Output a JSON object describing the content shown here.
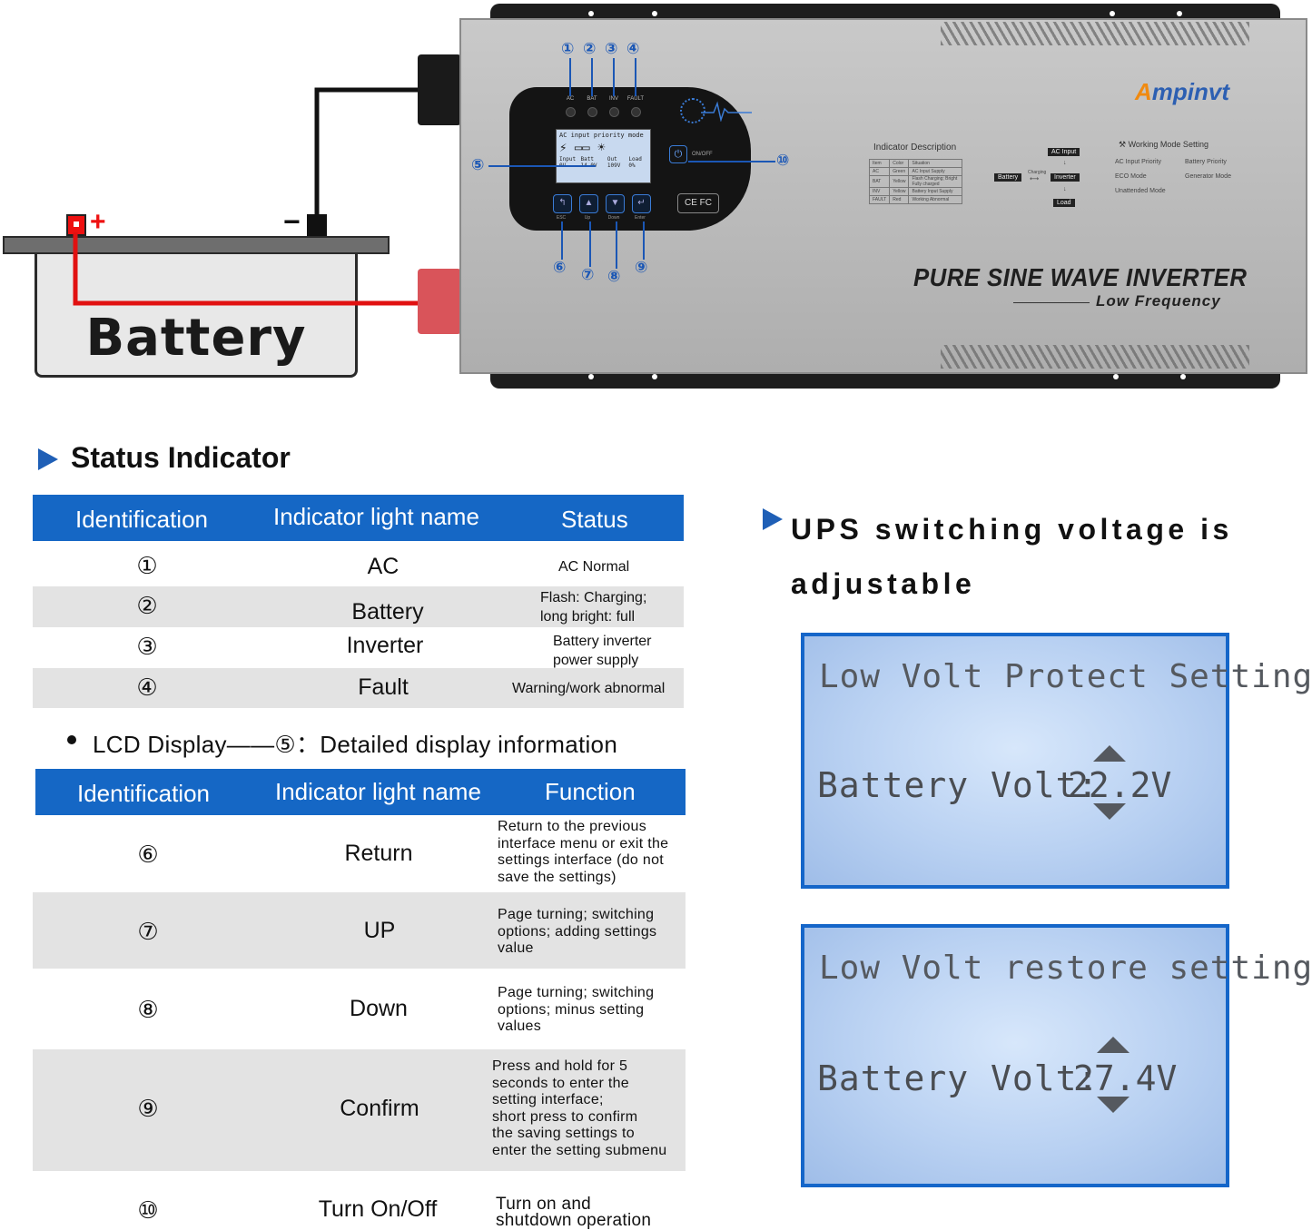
{
  "battery": {
    "label": "Battery",
    "plus": "+",
    "minus": "−"
  },
  "inverter": {
    "brand": "mpinvt",
    "brand_initial": "A",
    "title": "PURE SINE WAVE INVERTER",
    "subtitle": "Low Frequency",
    "indicator_description_title": "Indicator Description",
    "working_mode_title": "Working Mode Setting",
    "led_labels": [
      "AC",
      "BAT",
      "INV",
      "FAULT"
    ],
    "button_labels": [
      "ESC",
      "Up",
      "Down",
      "Enter"
    ],
    "button_glyphs": [
      "↰",
      "▲",
      "▼",
      "↵"
    ],
    "onoff_label": "ON/OFF",
    "cert_label": "CE FC",
    "lcd_header": "AC input priority mode",
    "lcd_readings": [
      "Input 0V",
      "Batt 14.0V",
      "Out 109V",
      "Load 0%"
    ],
    "callouts": [
      "①",
      "②",
      "③",
      "④",
      "⑤",
      "⑥",
      "⑦",
      "⑧",
      "⑨",
      "⑩"
    ],
    "flow": {
      "ac_input": "AC Input",
      "battery": "Battery",
      "charging": "Charging",
      "inverter": "Inverter",
      "load": "Load"
    },
    "desc_table": {
      "headers": [
        "Item",
        "Color",
        "Situation"
      ],
      "rows": [
        [
          "AC",
          "Green",
          "AC Input Supply"
        ],
        [
          "BAT",
          "Yellow",
          "Flash Charging; Bright Fully charged"
        ],
        [
          "INV",
          "Yellow",
          "Battery Input Supply"
        ],
        [
          "FAULT",
          "Red",
          "Working Abnormal"
        ]
      ]
    },
    "working_modes": [
      "AC Input Priority",
      "Battery Priority",
      "ECO Mode",
      "Generator Mode",
      "Unattended Mode"
    ]
  },
  "status_section": {
    "heading": "Status Indicator",
    "headers": [
      "Identification",
      "Indicator light name",
      "Status"
    ],
    "rows": [
      {
        "id": "①",
        "name": "AC",
        "status": [
          "AC  Normal"
        ]
      },
      {
        "id": "②",
        "name": "Battery",
        "status": [
          "Flash: Charging;",
          "long bright: full"
        ]
      },
      {
        "id": "③",
        "name": "Inverter",
        "status": [
          "Battery inverter",
          "power supply"
        ]
      },
      {
        "id": "④",
        "name": "Fault",
        "status": [
          "Warning/work abnormal"
        ]
      }
    ]
  },
  "lcd_display_line": "LCD Display——⑤：Detailed display information",
  "function_section": {
    "headers": [
      "Identification",
      "Indicator light name",
      "Function"
    ],
    "rows": [
      {
        "id": "⑥",
        "name": "Return",
        "function": [
          "Return to the previous",
          "interface menu or exit the",
          "settings interface (do not",
          "save the settings)"
        ]
      },
      {
        "id": "⑦",
        "name": "UP",
        "function": [
          "Page turning; switching",
          "options; adding settings",
          "value"
        ]
      },
      {
        "id": "⑧",
        "name": "Down",
        "function": [
          "Page turning; switching",
          "options; minus setting",
          "values"
        ]
      },
      {
        "id": "⑨",
        "name": "Confirm",
        "function": [
          "Press and hold for 5",
          "seconds to enter the",
          "setting interface;",
          " short press to confirm",
          "the saving settings to",
          "enter the setting submenu"
        ]
      },
      {
        "id": "⑩",
        "name": "Turn On/Off",
        "function": [
          "Turn on and",
          "shutdown operation"
        ]
      }
    ]
  },
  "ups_section": {
    "heading_line1": "UPS switching voltage is",
    "heading_line2": "adjustable",
    "screens": [
      {
        "title": "Low Volt Protect Setting",
        "label": "Battery Volt:",
        "value": "22.2V"
      },
      {
        "title": "Low Volt restore setting",
        "label": "Battery Volt:",
        "value": "27.4V"
      }
    ]
  },
  "colors": {
    "accent_blue": "#1567c5",
    "row_gray": "#e3e3e3",
    "wire_red": "#e11111",
    "lcd_blue": "#b9d1f2"
  }
}
